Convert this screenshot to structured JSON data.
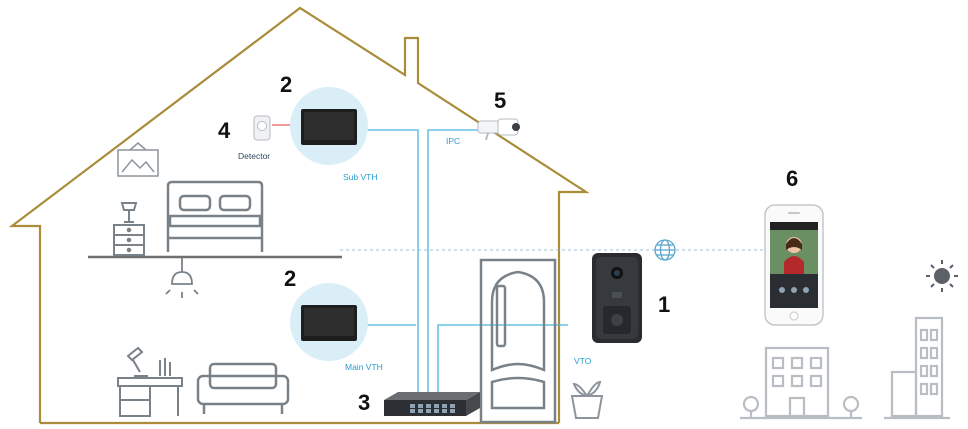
{
  "markers": {
    "vto": "1",
    "vth_upper": "2",
    "vth_lower": "2",
    "switch": "3",
    "detector": "4",
    "ipc": "5",
    "phone": "6"
  },
  "labels": {
    "detector": "Detector",
    "sub_vth": "Sub VTH",
    "ipc": "IPC",
    "main_vth": "Main VTH",
    "vto": "VTO"
  },
  "colors": {
    "house_outline": "#a98d3a",
    "cable": "#4ab5dd",
    "wifi_dash": "#9bbfd6",
    "alarm_line": "#e03a3a",
    "icon_gray": "#8d949b",
    "screen": "#1e1e1e"
  }
}
